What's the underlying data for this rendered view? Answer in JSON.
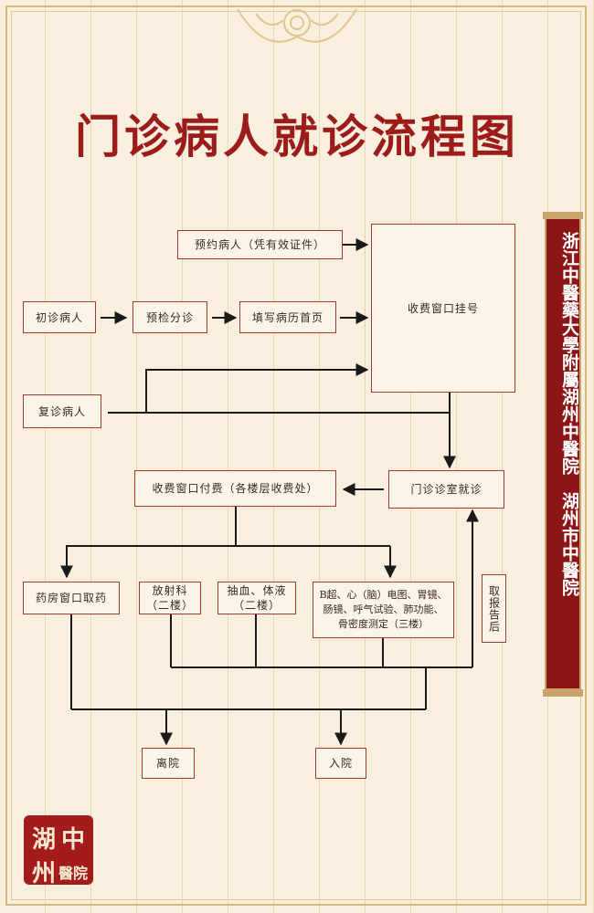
{
  "title": "门诊病人就诊流程图",
  "banner": {
    "text": "浙江中醫藥大學附屬湖州中醫院　湖州市中醫院"
  },
  "seal": {
    "chars": [
      "湖",
      "中",
      "州",
      "醫院"
    ]
  },
  "nodes": {
    "appointment": "预约病人（凭有效证件）",
    "first_visit": "初诊病人",
    "triage": "预检分诊",
    "fill_record": "填写病历首页",
    "registration": "收费窗口挂号",
    "return_visit": "复诊病人",
    "clinic": "门诊诊室就诊",
    "payment": "收费窗口付费（各楼层收费处）",
    "pharmacy": "药房窗口取药",
    "radiology": [
      "放射科",
      "（二楼）"
    ],
    "blood": [
      "抽血、体液",
      "（二楼）"
    ],
    "exams": [
      "B超、心（脑）电图、胃镜、",
      "肠镜、呼气试验、肺功能、",
      "骨密度测定（三楼）"
    ],
    "report": "取报告后",
    "discharge": "离院",
    "admission": "入院"
  },
  "colors": {
    "line": "#1a1a1a",
    "box_border": "#a63a2e",
    "title": "#9c1c1c",
    "banner": "#8e1515"
  }
}
